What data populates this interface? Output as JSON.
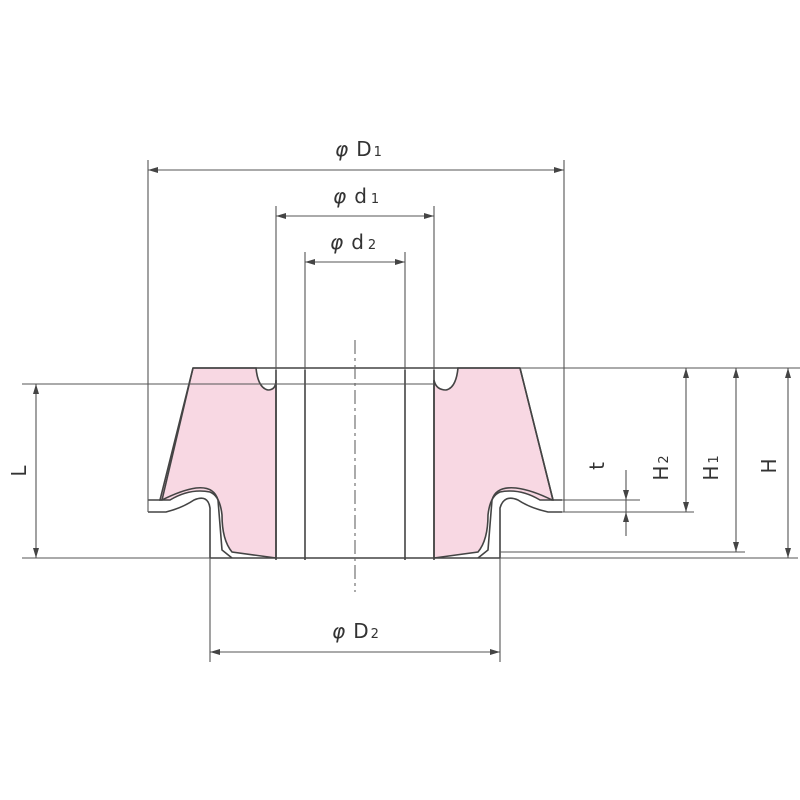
{
  "diagram": {
    "dimensions": {
      "D1": {
        "symbol": "φ",
        "letter": "D",
        "subscript": "1"
      },
      "d1": {
        "symbol": "φ",
        "letter": "d",
        "subscript": "1"
      },
      "d2": {
        "symbol": "φ",
        "letter": "d",
        "subscript": "2"
      },
      "D2": {
        "symbol": "φ",
        "letter": "D",
        "subscript": "2"
      },
      "L": {
        "letter": "L"
      },
      "t": {
        "letter": "t"
      },
      "H2": {
        "letter": "H",
        "subscript": "2"
      },
      "H1": {
        "letter": "H",
        "subscript": "1"
      },
      "H": {
        "letter": "H"
      }
    },
    "colors": {
      "material_fill": "#f8d8e3",
      "line": "#444444"
    }
  }
}
